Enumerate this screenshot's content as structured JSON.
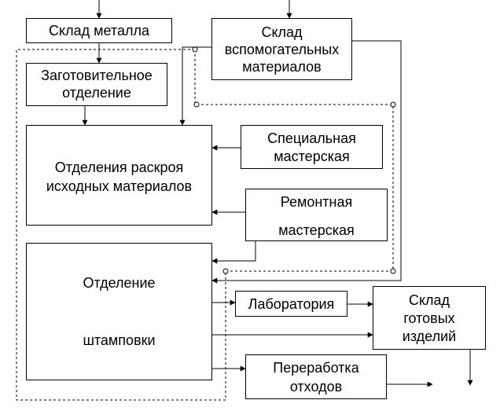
{
  "blocks": {
    "metal_warehouse": "Склад металла",
    "aux_warehouse": [
      "Склад",
      "вспомогательных",
      "материалов"
    ],
    "blank_dept": [
      "Заготовительное",
      "отделение"
    ],
    "cutting_dept": [
      "Отделения раскроя",
      "исходных материалов"
    ],
    "special_workshop": [
      "Специальная",
      "мастерская"
    ],
    "repair_workshop": [
      "Ремонтная",
      "мастерская"
    ],
    "stamping_dept": [
      "Отделение",
      "штамповки"
    ],
    "laboratory": "Лаборатория",
    "finished_goods_warehouse": [
      "Склад",
      "готовых",
      "изделий"
    ],
    "waste_processing": [
      "Переработка",
      "отходов"
    ]
  }
}
